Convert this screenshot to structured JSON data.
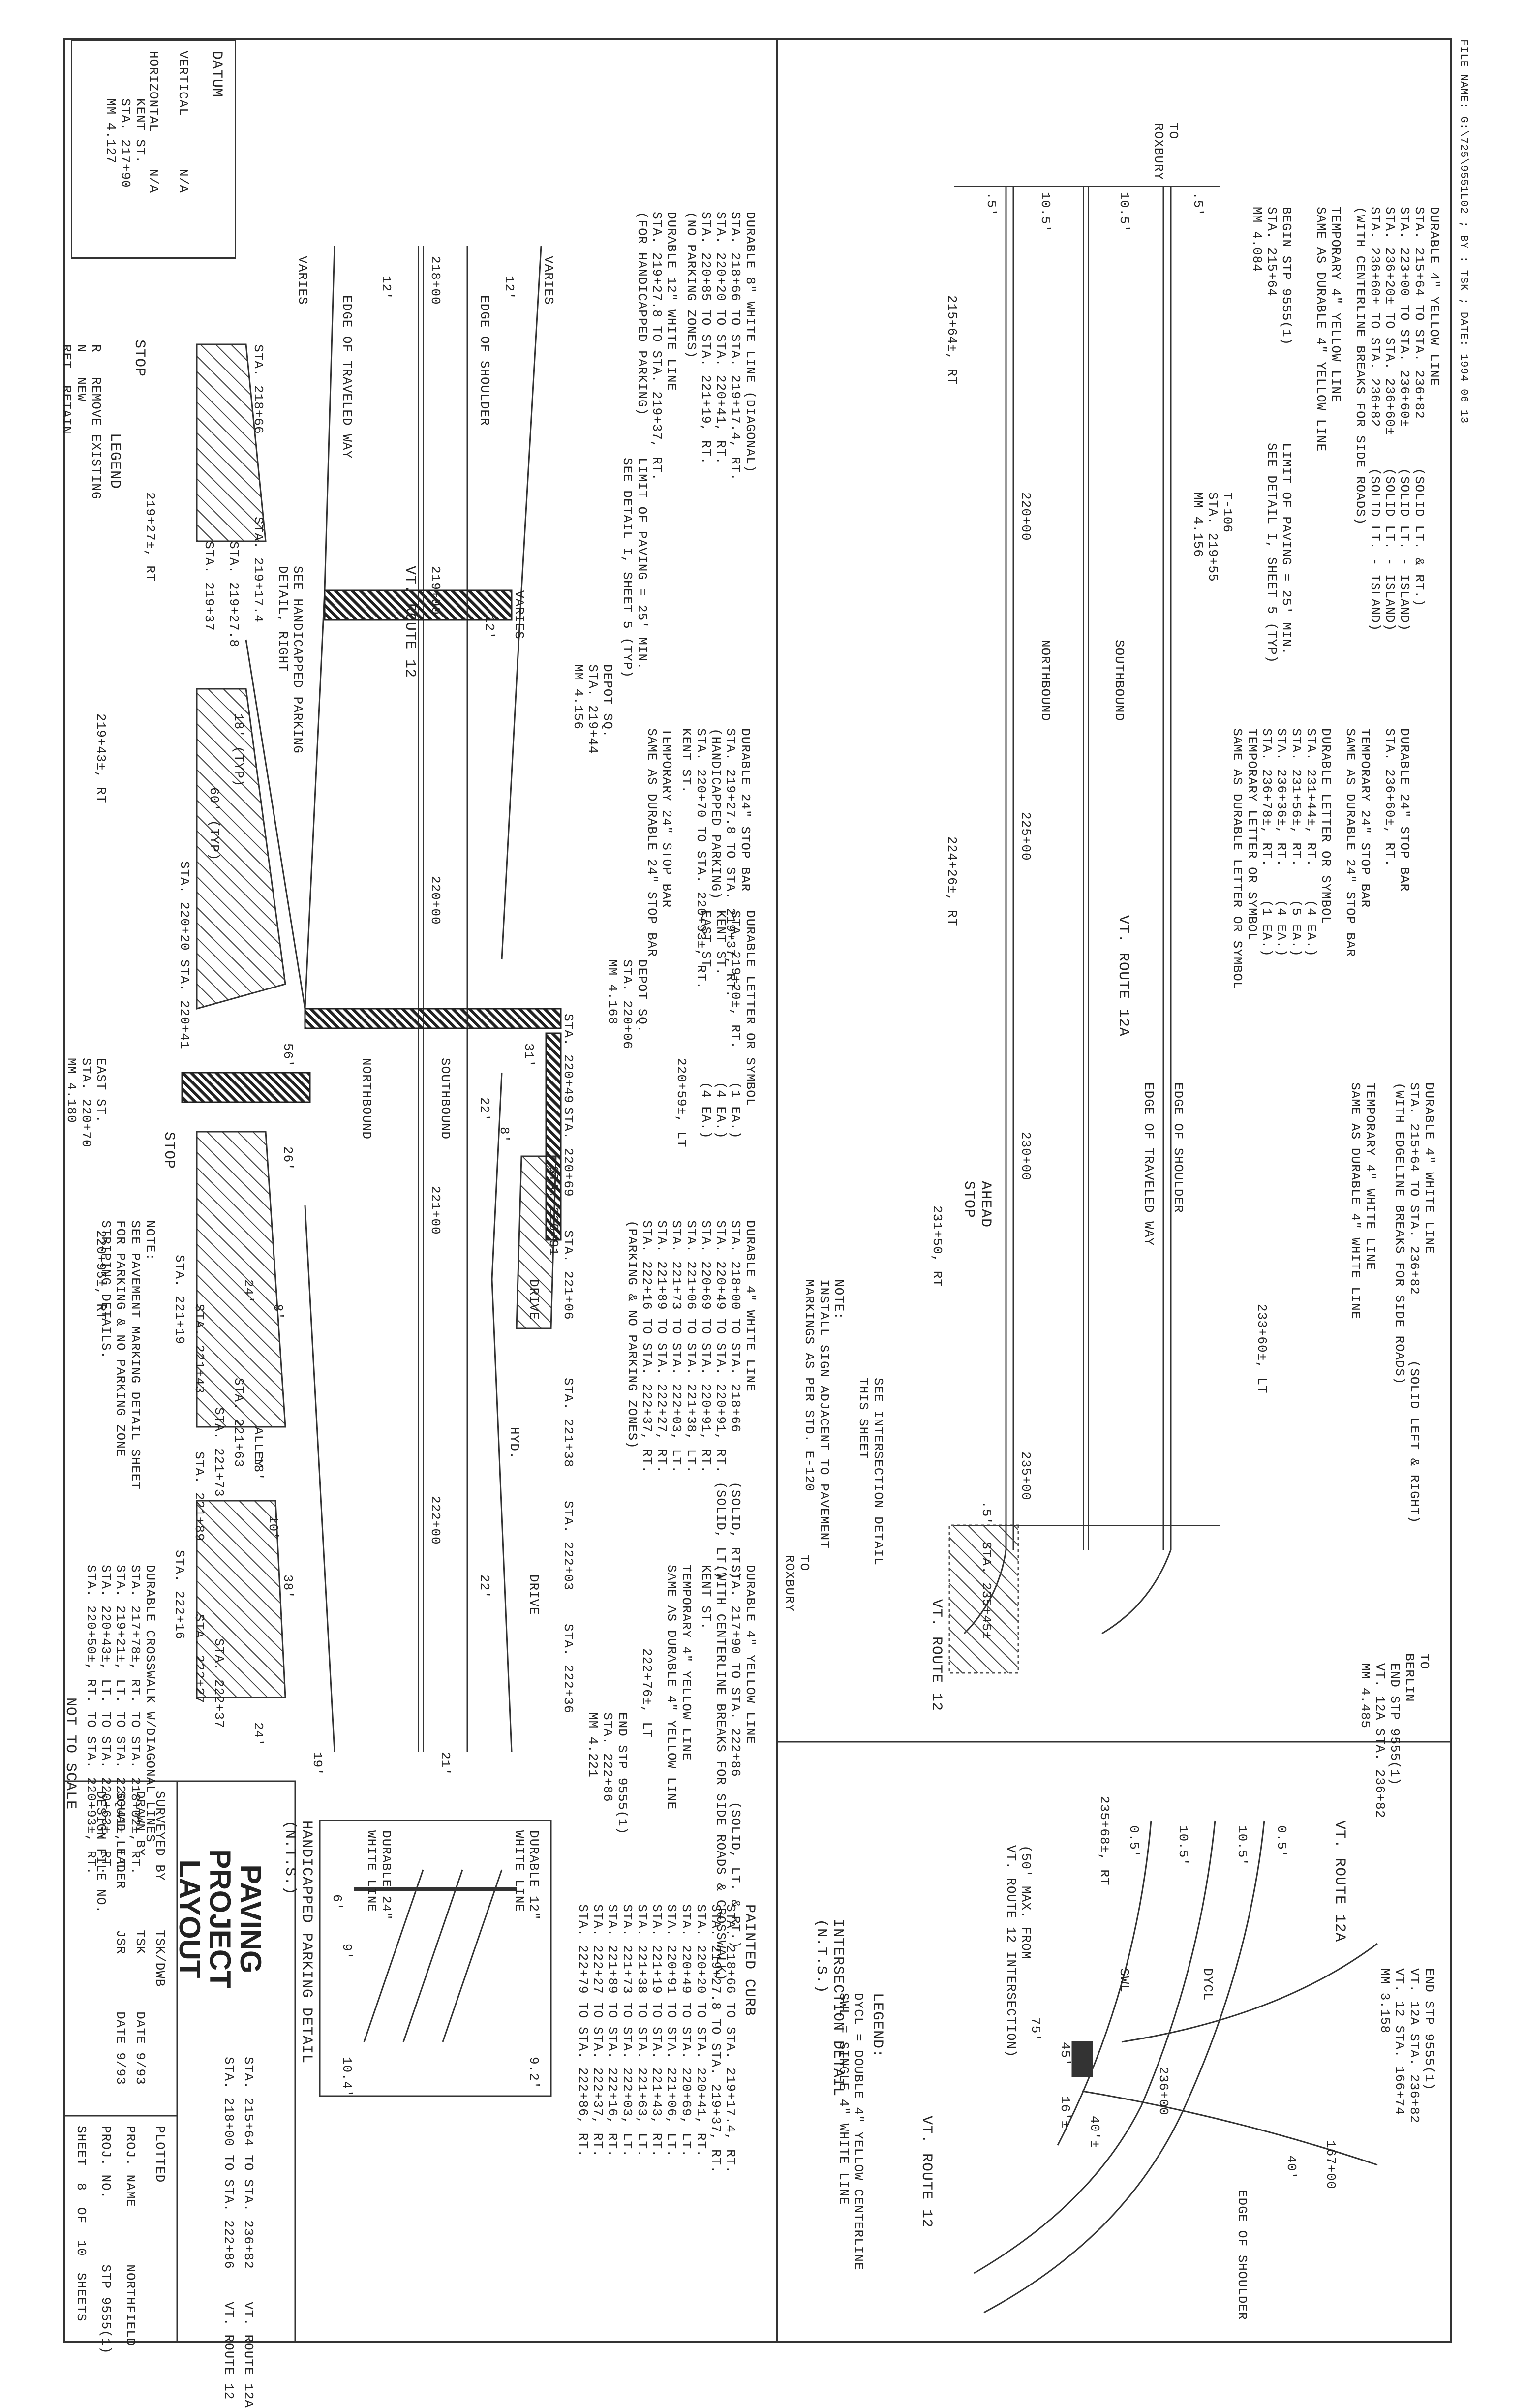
{
  "header": {
    "file_line": "FILE NAME: G:\\725\\9551L02 ; BY : TSK ; DATE: 1994-06-13"
  },
  "datum": {
    "title": "DATUM",
    "vertical_label": "VERTICAL",
    "vertical_value": "N/A",
    "horizontal_label": "HORIZONTAL",
    "horizontal_value": "N/A"
  },
  "legend": {
    "title": "LEGEND",
    "items": [
      "R   REMOVE EXISTING",
      "N   NEW",
      "RET  RETAIN"
    ]
  },
  "upper_plan": {
    "notes_yellow": "DURABLE 4\" YELLOW LINE\nSTA. 215+64 TO STA. 236+82      (SOLID LT. & RT.)\nSTA. 223+00 TO STA. 236+60±     (SOLID LT. - ISLAND)\nSTA. 236+20± TO STA. 236+60±    (SOLID LT. - ISLAND)\nSTA. 236+60± TO STA. 236+82     (SOLID LT. - ISLAND)\n(WITH CENTERLINE BREAKS FOR SIDE ROADS)",
    "notes_temp_yellow": "TEMPORARY 4\" YELLOW LINE\nSAME AS DURABLE 4\" YELLOW LINE",
    "begin": "BEGIN STP 9555(1)\nSTA. 215+64\nMM 4.084",
    "limit": "LIMIT OF PAVING = 25' MIN.\nSEE DETAIL I, SHEET 5 (TYP)",
    "t106": "T-106\nSTA. 219+55\nMM 4.156",
    "stop_bar": "DURABLE 24\" STOP BAR\nSTA. 236+60±, RT.",
    "temp_stop_bar": "TEMPORARY 24\" STOP BAR\nSAME AS DURABLE 24\" STOP BAR",
    "letter_symbol": "DURABLE LETTER OR SYMBOL\nSTA. 231+44±, RT.    (4 EA.)\nSTA. 231+56±, RT.    (5 EA.)\nSTA. 236+36±, RT.    (4 EA.)\nSTA. 236+78±, RT.    (1 EA.)",
    "temp_letter": "TEMPORARY LETTER OR SYMBOL\nSAME AS DURABLE LETTER OR SYMBOL",
    "white_line": "DURABLE 4\" WHITE LINE\nSTA. 215+64 TO STA. 236+82        (SOLID LEFT & RIGHT)\n(WITH EDGELINE BREAKS FOR SIDE ROADS)",
    "temp_white": "TEMPORARY 4\" WHITE LINE\nSAME AS DURABLE 4\" WHITE LINE",
    "to_roxbury": "TO\nROXBURY",
    "to_roxbury2": "TO\nROXBURY",
    "to_berlin": "TO\nBERLIN",
    "sta_235": ".5'  STA. 235+45±",
    "end": "END STP 9555(1)\nVT. 12A STA. 236+82\nMM 4.485",
    "route": "VT. ROUTE 12A",
    "route12": "VT. ROUTE 12",
    "northbound": "NORTHBOUND",
    "southbound": "SOUTHBOUND",
    "edge_shoulder": "EDGE OF SHOULDER",
    "edge_traveled": "EDGE OF TRAVELED WAY",
    "stations": [
      "220+00",
      "225+00",
      "230+00",
      "235+00"
    ],
    "dims": [
      ".5'",
      "10.5'",
      "10.5'",
      ".5'"
    ],
    "sign1": "215+64±, RT",
    "sign2": "224+26±, RT",
    "sign3": "231+50, RT",
    "sign4": "233+60±, LT",
    "note": "NOTE:\nINSTALL SIGN ADJACENT TO PAVEMENT\nMARKINGS AS PER STD. E-120",
    "detail_ref": "SEE INTERSECTION DETAIL\nTHIS SHEET",
    "ahead_stop": "AHEAD\nSTOP"
  },
  "lower_plan": {
    "diag_white": "DURABLE 8\" WHITE LINE (DIAGONAL)\nSTA. 218+66 TO STA. 219+17.4, RT.\nSTA. 220+20 TO STA. 220+41, RT.\nSTA. 220+85 TO STA. 221+19, RT.\n(NO PARKING ZONES)",
    "white12": "DURABLE 12\" WHITE LINE\nSTA. 219+27.8 TO STA. 219+37, RT.\n(FOR HANDICAPPED PARKING)",
    "limit": "LIMIT OF PAVING = 25' MIN.\nSEE DETAIL I, SHEET 5 (TYP)",
    "stop24": "DURABLE 24\" STOP BAR\nSTA. 219+27.8 TO STA. 219+37, RT.\n(HANDICAPPED PARKING)\nSTA. 220+70 TO STA. 220+93±, RT.\nKENT ST.",
    "temp_stop": "TEMPORARY 24\" STOP BAR\nSAME AS DURABLE 24\" STOP BAR",
    "depot1": "DEPOT SQ.\nSTA. 219+44\nMM 4.156",
    "depot2": "DEPOT SQ.\nSTA. 220+06\nMM 4.168",
    "letter": "DURABLE LETTER OR SYMBOL\nSTA. 219+20±, RT.    (1 EA.)\nKENT ST.             (4 EA.)\nEAST ST.             (4 EA.)",
    "kent": "KENT ST.\nSTA. 217+90\nMM 4.127",
    "east": "EAST ST.\nSTA. 220+70\nMM 4.180",
    "white4": "DURABLE 4\" WHITE LINE\nSTA. 218+00 TO STA. 218+66      (SOLID, RT.)\nSTA. 220+49 TO STA. 220+91, RT. (SOLID, LT.)\nSTA. 220+69 TO STA. 220+91, RT.\nSTA. 221+06 TO STA. 221+38, LT.\nSTA. 221+73 TO STA. 222+03, LT.\nSTA. 221+89 TO STA. 222+27, RT.\nSTA. 222+16 TO STA. 222+37, RT.\n(PARKING & NO PARKING ZONES)",
    "yellow4": "DURABLE 4\" YELLOW LINE\nSTA. 217+90 TO STA. 222+86   (SOLID, LT. & RT.)\n(WITH CENTERLINE BREAKS FOR SIDE ROADS & CROSSWALK)\nKENT ST.",
    "temp_yellow": "TEMPORARY 4\" YELLOW LINE\nSAME AS DURABLE 4\" YELLOW LINE",
    "end": "END STP 9555(1)\nSTA. 222+86\nMM 4.221",
    "crosswalk": "DURABLE CROSSWALK W/DIAGONAL LINES\nSTA. 217+78±, RT. TO STA. 218+02±, RT.\nSTA. 219+21±, LT. TO STA. 220+41±, LT.\nSTA. 220+43±, LT. TO STA. 220+63±, RT.\nSTA. 220+50±, RT. TO STA. 220+93±, RT.",
    "note": "NOTE:\nSEE PAVEMENT MARKING DETAIL SHEET\nFOR PARKING & NO PARKING ZONE\nSTRIPING DETAILS.",
    "nts": "NOT TO SCALE",
    "route12": "VT. ROUTE 12",
    "northbound": "NORTHBOUND",
    "southbound": "SOUTHBOUND",
    "edge_shoulder": "EDGE OF SHOULDER",
    "edge_traveled": "EDGE OF TRAVELED WAY",
    "hp_ref": "SEE HANDICAPPED PARKING\nDETAIL, RIGHT",
    "drive": "DRIVE",
    "alley": "ALLEY",
    "hyd": "HYD.",
    "stations": [
      "218+00",
      "219+00",
      "220+00",
      "221+00",
      "222+00"
    ],
    "sta_labels": [
      "STA. 218+66",
      "STA. 219+17.4",
      "STA. 219+27.8",
      "STA. 219+37",
      "STA. 220+20",
      "STA. 220+41",
      "STA. 221+19",
      "STA. 221+43",
      "STA. 221+63",
      "STA. 221+73",
      "STA. 221+89",
      "STA. 222+16",
      "STA. 222+27",
      "STA. 222+37"
    ],
    "sta_top": [
      "STA. 220+49",
      "STA. 220+69",
      "STA. 220+91",
      "STA. 221+06",
      "STA. 221+38",
      "STA. 222+03",
      "STA. 222+36"
    ],
    "dims": [
      "12'",
      "12'",
      "VARIES",
      "VARIES",
      "12'",
      "VARIES",
      "56'",
      "31'",
      "22'",
      "8'",
      "26'",
      "24'",
      "8'",
      "18'",
      "10'",
      "38'",
      "22'",
      "24'",
      "19'",
      "21'"
    ],
    "sign_a": "219+27±, RT",
    "sign_b": "219+43±, RT",
    "sign_c": "220+95±, RT",
    "sign_d": "220+59±, LT",
    "sign_e": "222+76±, LT",
    "stop": "STOP",
    "typ": "18' (TYP)",
    "typ2": "60' (TYP)"
  },
  "handicapped_detail": {
    "title": "HANDICAPPED PARKING DETAIL\n(N.T.S.)",
    "l1": "DURABLE 12\"\nWHITE LINE",
    "l2": "DURABLE 24\"\nWHITE LINE",
    "dims": [
      "9.2'",
      "10.4'",
      "9'",
      "6'"
    ]
  },
  "painted_curb": {
    "title": "PAINTED CURB",
    "lines": "STA. 218+66 TO STA. 219+17.4, RT.\nSTA. 219+27.8 TO STA. 219+37, RT.\nSTA. 220+20 TO STA. 220+41, RT.\nSTA. 220+49 TO STA. 220+69, LT.\nSTA. 220+91 TO STA. 221+06, LT.\nSTA. 221+19 TO STA. 221+43, RT.\nSTA. 221+38 TO STA. 221+63, LT.\nSTA. 221+73 TO STA. 222+03, LT.\nSTA. 221+89 TO STA. 222+16, RT.\nSTA. 222+27 TO STA. 222+37, RT.\nSTA. 222+79 TO STA. 222+86, RT."
  },
  "intersection_detail": {
    "title": "INTERSECTION DETAIL\n(N.T.S.)",
    "route12a": "VT. ROUTE 12A",
    "route12": "VT. ROUTE 12",
    "sign": "235+68±, RT",
    "max": "(50' MAX. FROM\nVT. ROUTE 12 INTERSECTION)",
    "dims": [
      "0.5'",
      "10.5'",
      "10.5'",
      "0.5'"
    ],
    "dycl": "DYCL",
    "swl": "SWL",
    "end": "END STP 9555(1)\nVT. 12A STA. 236+82\nVT. 12 STA. 166+74\nMM 3.158",
    "edge": "EDGE OF SHOULDER",
    "sta1": "236+00",
    "sta2": "167+00",
    "d1": "40'±",
    "d2": "16'±",
    "d3": "40'",
    "d4": "75'",
    "d5": "45'",
    "legend_title": "LEGEND:",
    "legend": "DYCL = DOUBLE 4\" YELLOW CENTERLINE\nSWL = SINGLE 4\" WHITE LINE"
  },
  "title_block": {
    "title": "PAVING\nPROJECT\nLAYOUT",
    "range1": "STA. 215+64 TO STA. 236+82    VT. ROUTE 12A",
    "range2": "STA. 218+00 TO STA. 222+86    VT. ROUTE 12",
    "surveyed": "SURVEYED BY      TSK/DWB",
    "drawn": "DRAWN BY         TSK       DATE 9/93",
    "squad": "SQUAD LEADER     JSR       DATE 9/93",
    "design": "DESIGN FILE NO.",
    "plotted": "PLOTTED",
    "proj_name": "PROJ. NAME       NORTHFIELD",
    "proj_no": "PROJ. NO.        STP 9555(1)",
    "sheet": "SHEET  8  OF  10  SHEETS"
  },
  "colors": {
    "line": "#333333",
    "hatch": "#444444",
    "paper": "#ffffff",
    "markup": "#c0392b"
  }
}
